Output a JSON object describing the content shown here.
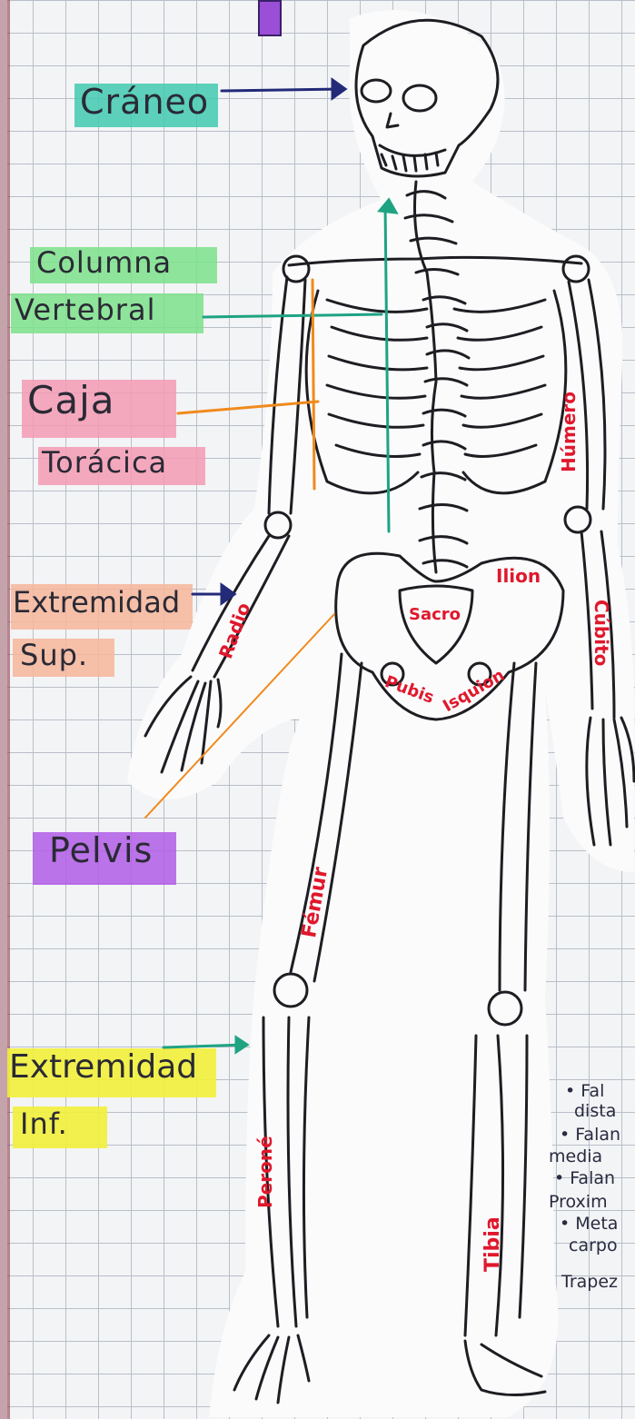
{
  "labels": {
    "craneo": "Cráneo",
    "columna_1": "Columna",
    "columna_2": "Vertebral",
    "caja_1": "Caja",
    "caja_2": "Torácica",
    "ext_sup_1": "Extremidad",
    "ext_sup_2": "Sup.",
    "pelvis": "Pelvis",
    "ext_inf_1": "Extremidad",
    "ext_inf_2": "Inf."
  },
  "bone_names": {
    "humero": "Húmero",
    "radio": "Radio",
    "cubito": "Cúbito",
    "ilion": "Ilion",
    "sacro": "Sacro",
    "isquion": "Isquion",
    "pubis": "Pubis",
    "femur": "Fémur",
    "perone": "Peroné",
    "tibia": "Tibia"
  },
  "side_notes": [
    {
      "text": "• Fal"
    },
    {
      "text": "dista"
    },
    {
      "text": "• Falan"
    },
    {
      "text": "media"
    },
    {
      "text": "• Falan"
    },
    {
      "text": "Proxim"
    },
    {
      "text": "• Meta"
    },
    {
      "text": "carpo"
    },
    {
      "text": "Trapez"
    }
  ],
  "colors": {
    "teal_highlight": "#41c9b0",
    "green_highlight": "#7be08a",
    "pink_highlight": "#f39ab4",
    "peach_highlight": "#f6b59a",
    "purple_highlight": "#b05ce6",
    "yellow_highlight": "#f2ef3a",
    "arrow_navy": "#232a78",
    "arrow_teal": "#1ea383",
    "arrow_orange": "#f08a1c",
    "bone_text_red": "#e0182c"
  }
}
